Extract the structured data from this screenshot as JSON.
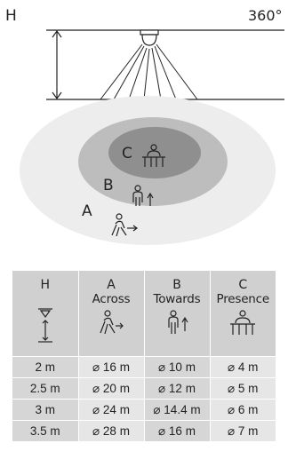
{
  "diagram": {
    "height_label": "H",
    "angle_label": "360°",
    "zone_labels": {
      "a": "A",
      "b": "B",
      "c": "C"
    }
  },
  "table": {
    "headers": [
      {
        "letter": "H",
        "word": "",
        "icon": "sensor-height-icon"
      },
      {
        "letter": "A",
        "word": "Across",
        "icon": "walk-across-icon"
      },
      {
        "letter": "B",
        "word": "Towards",
        "icon": "walk-towards-icon"
      },
      {
        "letter": "C",
        "word": "Presence",
        "icon": "presence-desk-icon"
      }
    ],
    "rows": [
      {
        "h": "2 m",
        "a": "⌀ 16 m",
        "b": "⌀ 10 m",
        "c": "⌀ 4 m"
      },
      {
        "h": "2.5 m",
        "a": "⌀ 20 m",
        "b": "⌀ 12 m",
        "c": "⌀ 5 m"
      },
      {
        "h": "3 m",
        "a": "⌀ 24 m",
        "b": "⌀ 14.4 m",
        "c": "⌀ 6 m"
      },
      {
        "h": "3.5 m",
        "a": "⌀ 28 m",
        "b": "⌀ 16 m",
        "c": "⌀ 7 m"
      }
    ]
  },
  "colors": {
    "zone_a": "#ededed",
    "zone_b": "#bdbdbd",
    "zone_c": "#8f8f8f",
    "table_dark": "#d6d6d6",
    "table_light": "#e6e6e6"
  }
}
